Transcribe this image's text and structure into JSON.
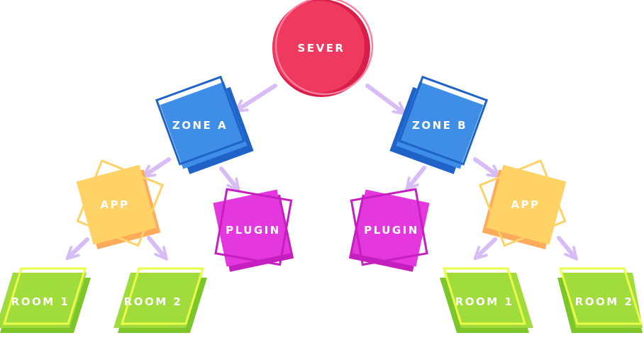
{
  "nodes": {
    "server": "SEVER",
    "zone_a": "ZONE A",
    "zone_b": "ZONE B",
    "app_left": "APP",
    "app_right": "APP",
    "plugin_left": "PLUGIN",
    "plugin_right": "PLUGIN",
    "room_1_left": "ROOM 1",
    "room_2_left": "ROOM 2",
    "room_1_right": "ROOM 1",
    "room_2_right": "ROOM 2"
  },
  "colors": {
    "server": "#f0395f",
    "server_shadow": "#d81f4a",
    "server_ring": "#ff7fa0",
    "zone": "#3e8ee8",
    "zone_shadow": "#1f63c8",
    "app": "#ffd266",
    "app_shadow": "#ffab5c",
    "plugin": "#e437dd",
    "plugin_shadow": "#c51fbf",
    "room": "#a0dc3c",
    "room_shadow": "#7cc62a",
    "room_outline": "#e9ff4a",
    "arrow": "#d8bcf5"
  }
}
